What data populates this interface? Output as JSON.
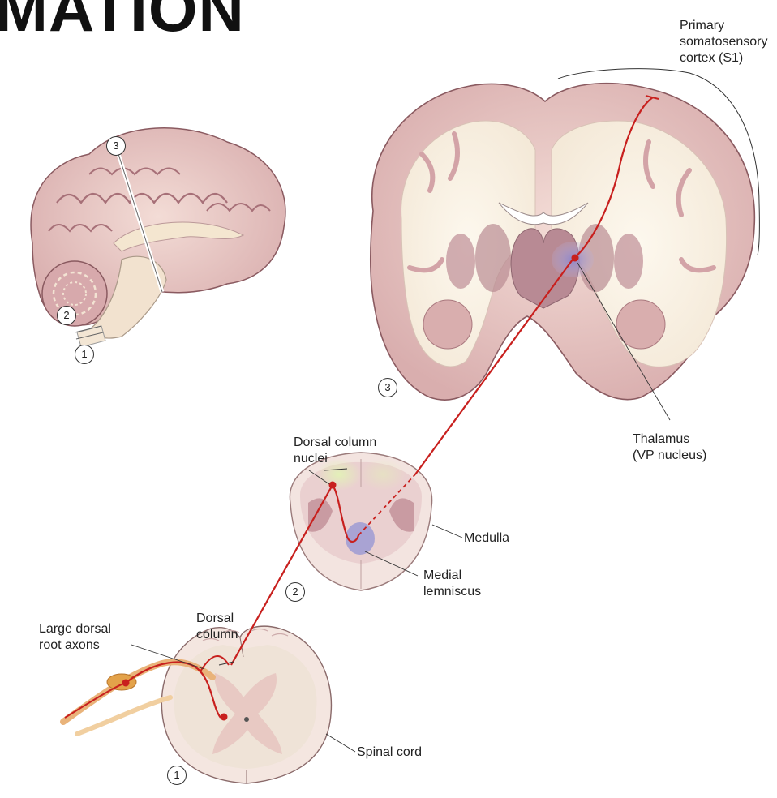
{
  "heading": "MATION",
  "labels": {
    "s1": [
      "Primary",
      "somatosensory",
      "cortex (S1)"
    ],
    "thalamus": [
      "Thalamus",
      "(VP nucleus)"
    ],
    "dorsal_column_nuclei": [
      "Dorsal column",
      "nuclei"
    ],
    "medulla": "Medulla",
    "medial_lemniscus": [
      "Medial",
      "lemniscus"
    ],
    "dorsal_column": [
      "Dorsal",
      "column"
    ],
    "large_dorsal_root_axons": [
      "Large dorsal",
      "root axons"
    ],
    "spinal_cord": "Spinal cord"
  },
  "markers": {
    "sag_3": "3",
    "sag_2": "2",
    "sag_1": "1",
    "coronal_3": "3",
    "medulla_2": "2",
    "spinal_1": "1"
  },
  "colors": {
    "pathway": "#c8201e",
    "tissue": "#e9c9c6",
    "white_matter": "#f8f1e6",
    "gray_matter": "#c79aa0",
    "dorsal_nuclei": "#d6e8a8",
    "lemniscus": "#a7a0cf",
    "ganglion": "#e3a24a"
  }
}
